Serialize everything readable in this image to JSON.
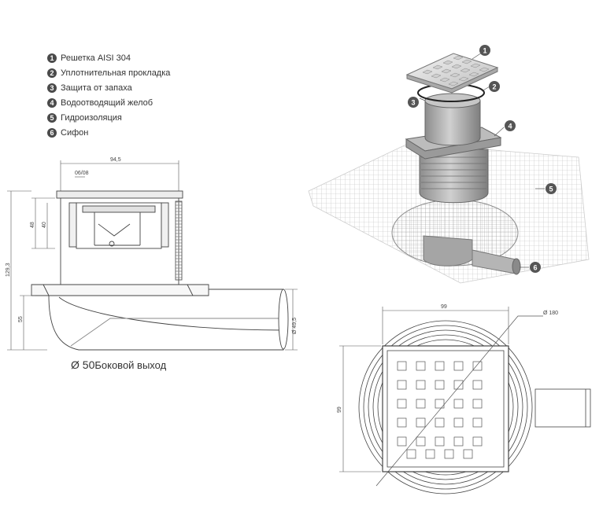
{
  "legend": [
    {
      "num": "1",
      "label": "Решетка AISI 304"
    },
    {
      "num": "2",
      "label": "Уплотнительная прокладка"
    },
    {
      "num": "3",
      "label": "Защита от запаха"
    },
    {
      "num": "4",
      "label": "Водоотводящий желоб"
    },
    {
      "num": "5",
      "label": "Гидроизоляция"
    },
    {
      "num": "6",
      "label": "Сифон"
    }
  ],
  "side_view": {
    "dim_width": "94,5",
    "dim_grate": "06/08",
    "dim_48": "48",
    "dim_40": "40",
    "dim_total": "129,3",
    "dim_55": "55",
    "dim_outlet": "Ø 49,5",
    "caption_diameter": "Ø 50",
    "caption_text": "Боковой выход"
  },
  "top_view": {
    "dim_width": "99",
    "dim_height": "99",
    "dim_diameter": "Ø 180"
  },
  "callouts": [
    "1",
    "2",
    "3",
    "4",
    "5",
    "6"
  ],
  "colors": {
    "line": "#444444",
    "callout": "#555555",
    "mesh": "#bbbbbb",
    "part": "#a8a8a8"
  }
}
